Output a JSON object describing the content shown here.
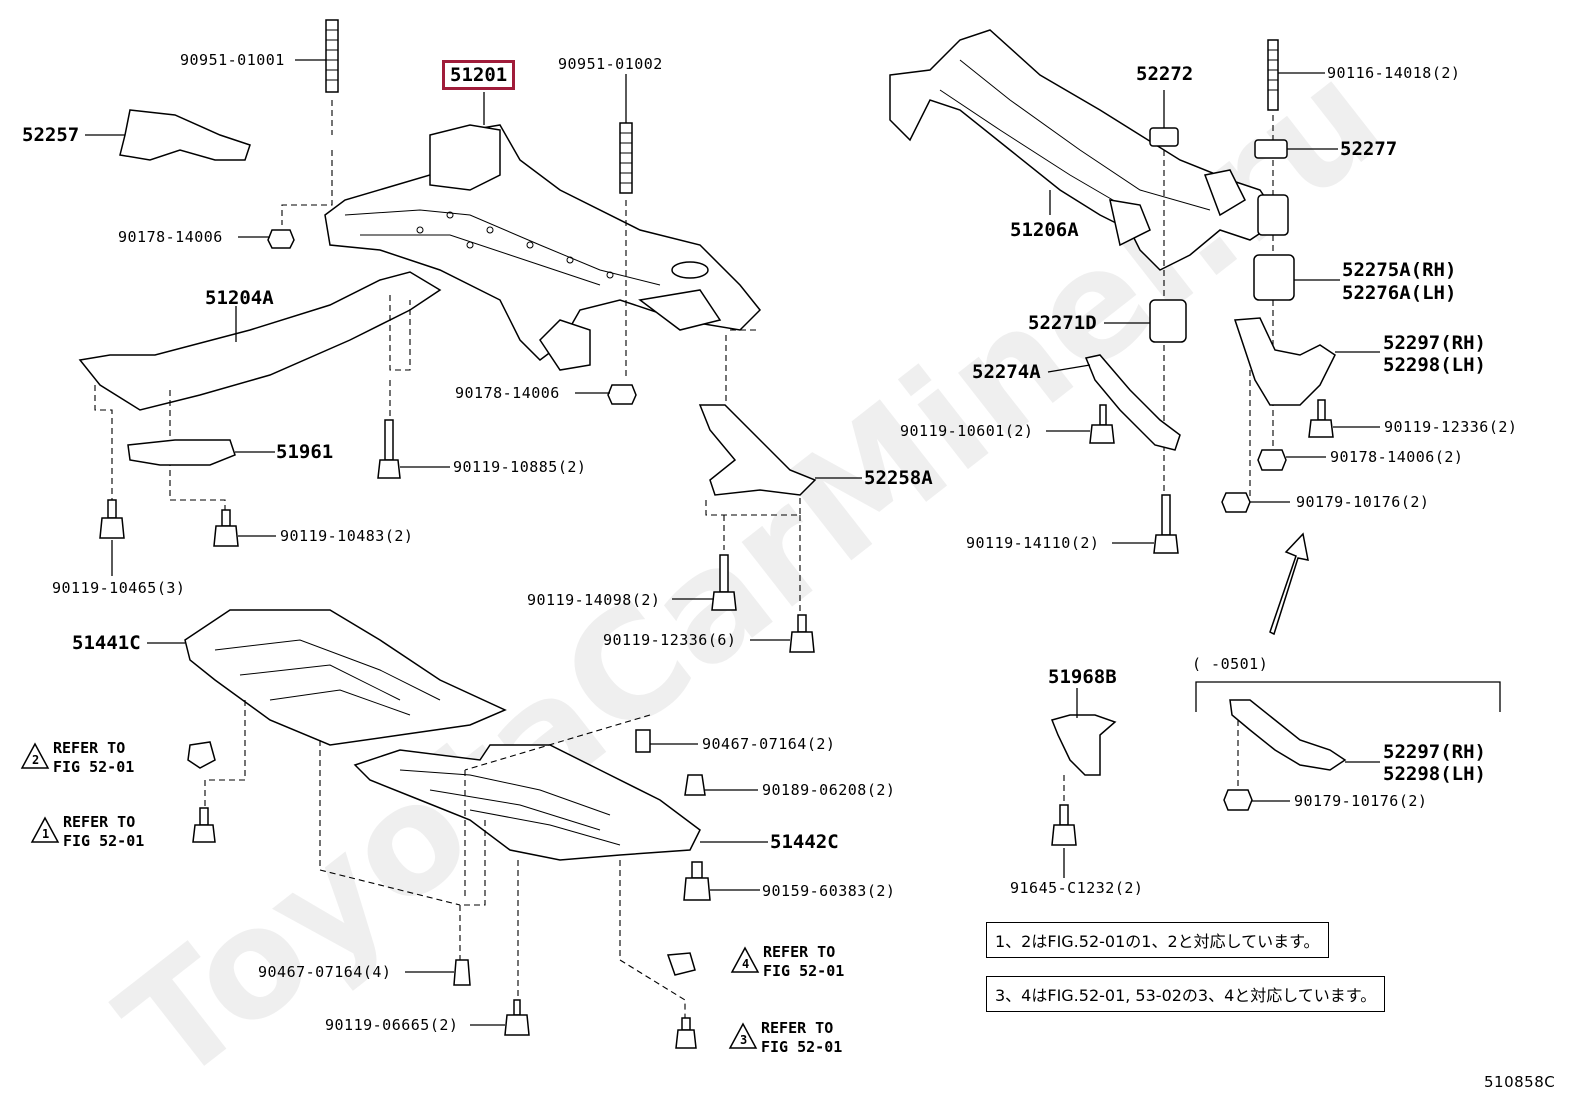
{
  "labels": {
    "p51201": "51201",
    "p90951_01001": "90951-01001",
    "p90951_01002": "90951-01002",
    "p52257": "52257",
    "p90178_14006_a": "90178-14006",
    "p90178_14006_b": "90178-14006",
    "p51204A": "51204A",
    "p51961": "51961",
    "p90119_10885": "90119-10885(2)",
    "p90119_10483": "90119-10483(2)",
    "p90119_10465": "90119-10465(3)",
    "p52258A": "52258A",
    "p90119_14098": "90119-14098(2)",
    "p90119_12336_6": "90119-12336(6)",
    "p51441C": "51441C",
    "p90467_07164_2": "90467-07164(2)",
    "p90189_06208": "90189-06208(2)",
    "p51442C": "51442C",
    "p90159_60383": "90159-60383(2)",
    "p90467_07164_4": "90467-07164(4)",
    "p90119_06665": "90119-06665(2)",
    "p52272": "52272",
    "p90116_14018": "90116-14018(2)",
    "p52277": "52277",
    "p51206A": "51206A",
    "p52275A": "52275A(RH)",
    "p52276A": "52276A(LH)",
    "p52271D": "52271D",
    "p52297_a": "52297(RH)",
    "p52298_a": "52298(LH)",
    "p52274A": "52274A",
    "p90119_10601": "90119-10601(2)",
    "p90119_12336_2": "90119-12336(2)",
    "p90178_14006_c": "90178-14006(2)",
    "p90179_10176_a": "90179-10176(2)",
    "p90119_14110": "90119-14110(2)",
    "p51968B": "51968B",
    "p91645_C1232": "91645-C1232(2)",
    "range": "(      -0501)",
    "p52297_b": "52297(RH)",
    "p52298_b": "52298(LH)",
    "p90179_10176_b": "90179-10176(2)"
  },
  "refers": [
    {
      "num": "2",
      "line1": "REFER TO",
      "line2": "FIG 52-01"
    },
    {
      "num": "1",
      "line1": "REFER TO",
      "line2": "FIG 52-01"
    },
    {
      "num": "4",
      "line1": "REFER TO",
      "line2": "FIG 52-01"
    },
    {
      "num": "3",
      "line1": "REFER TO",
      "line2": "FIG 52-01"
    }
  ],
  "notes": {
    "note1": "1、2はFIG.52-01の1、2と対応しています。",
    "note2": "3、4はFIG.52-01, 53-02の3、4と対応しています。"
  },
  "figure_code": "510858C",
  "watermark": "ToyotaCarMiner.ru",
  "colors": {
    "highlight": "#a01c3a"
  }
}
